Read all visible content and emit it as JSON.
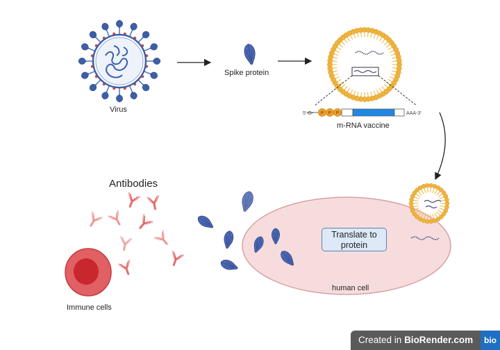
{
  "labels": {
    "virus": "Virus",
    "spike_protein": "Spike protein",
    "mrna_vaccine": "m-RNA vaccine",
    "antibodies": "Antibodies",
    "immune_cells": "Immune cells",
    "human_cell": "human cell",
    "translate": "Translate to protein",
    "five_prime": "5'-G-",
    "three_prime": "AAA-3'",
    "phosphate": "P"
  },
  "badge": {
    "prefix": "Created in",
    "brand": "BioRender.com",
    "logo": "bio"
  },
  "colors": {
    "virus_blue": "#3b5fa8",
    "spike_blue": "#4a68b5",
    "lipid_gold": "#f0b43c",
    "antibody_red": "#e36b6b",
    "cell_pink": "#f6dcdd",
    "cell_red": "#d8383d",
    "box_fill": "#dde9f7",
    "badge_gray": "#5a5a5a",
    "badge_blue": "#1f6fc2"
  }
}
